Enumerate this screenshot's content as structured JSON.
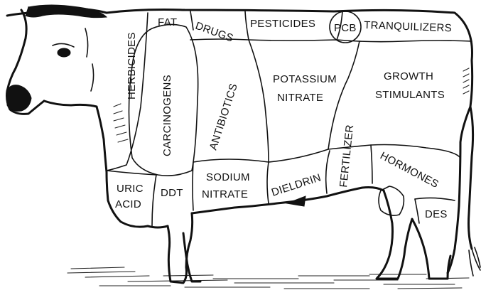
{
  "labels": {
    "herbicides": "HERBICIDES",
    "fat": "FAT",
    "drugs": "DRUGS",
    "pesticides": "PESTICIDES",
    "pcb": "PCB",
    "tranquilizers": "TRANQUILIZERS",
    "carcinogens": "CARCINOGENS",
    "antibiotics": "ANTIBIOTICS",
    "potassium_nitrate_line1": "POTASSIUM",
    "potassium_nitrate_line2": "NITRATE",
    "growth_stimulants_line1": "GROWTH",
    "growth_stimulants_line2": "STIMULANTS",
    "fertilizer": "FERTILIZER",
    "hormones": "HORMONES",
    "uric_acid_line1": "URIC",
    "uric_acid_line2": "ACID",
    "ddt": "DDT",
    "sodium_nitrate_line1": "SODIUM",
    "sodium_nitrate_line2": "NITRATE",
    "dieldrin": "DIELDRIN",
    "des": "DES"
  },
  "colors": {
    "ink": "#111111",
    "paper": "#ffffff"
  }
}
